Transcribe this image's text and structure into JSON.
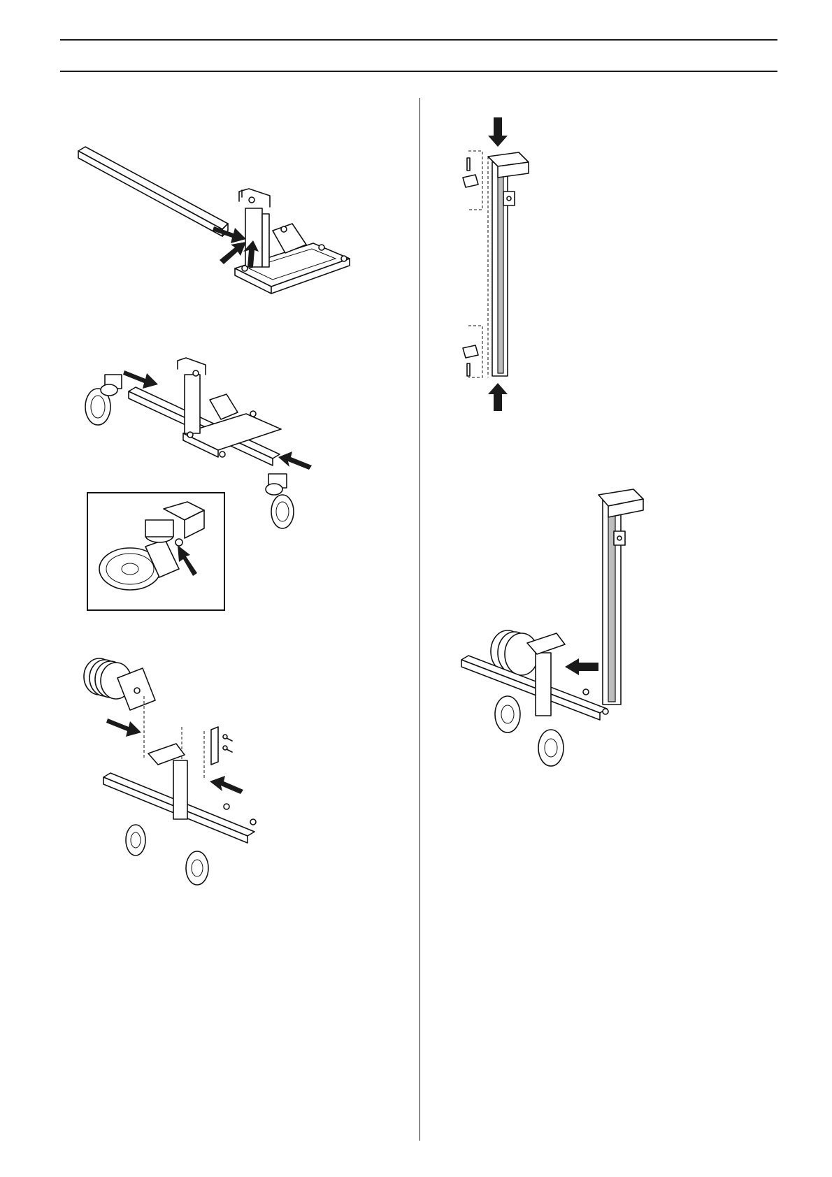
{
  "page": {
    "header_rules": [
      "top-rule",
      "bottom-rule"
    ],
    "column_divider": true
  },
  "figures": [
    {
      "id": "fig-1",
      "icon": "frame-and-beam-assembly"
    },
    {
      "id": "fig-2",
      "icon": "wheel-mounting"
    },
    {
      "id": "fig-2-detail",
      "icon": "wheel-lock-screw-detail"
    },
    {
      "id": "fig-3",
      "icon": "counterweight-mounting"
    },
    {
      "id": "fig-4",
      "icon": "column-bracket-mounting"
    },
    {
      "id": "fig-5",
      "icon": "column-on-stand"
    }
  ],
  "colors": {
    "ink": "#111111",
    "paper": "#ffffff",
    "shade": "#bdbdbd"
  }
}
